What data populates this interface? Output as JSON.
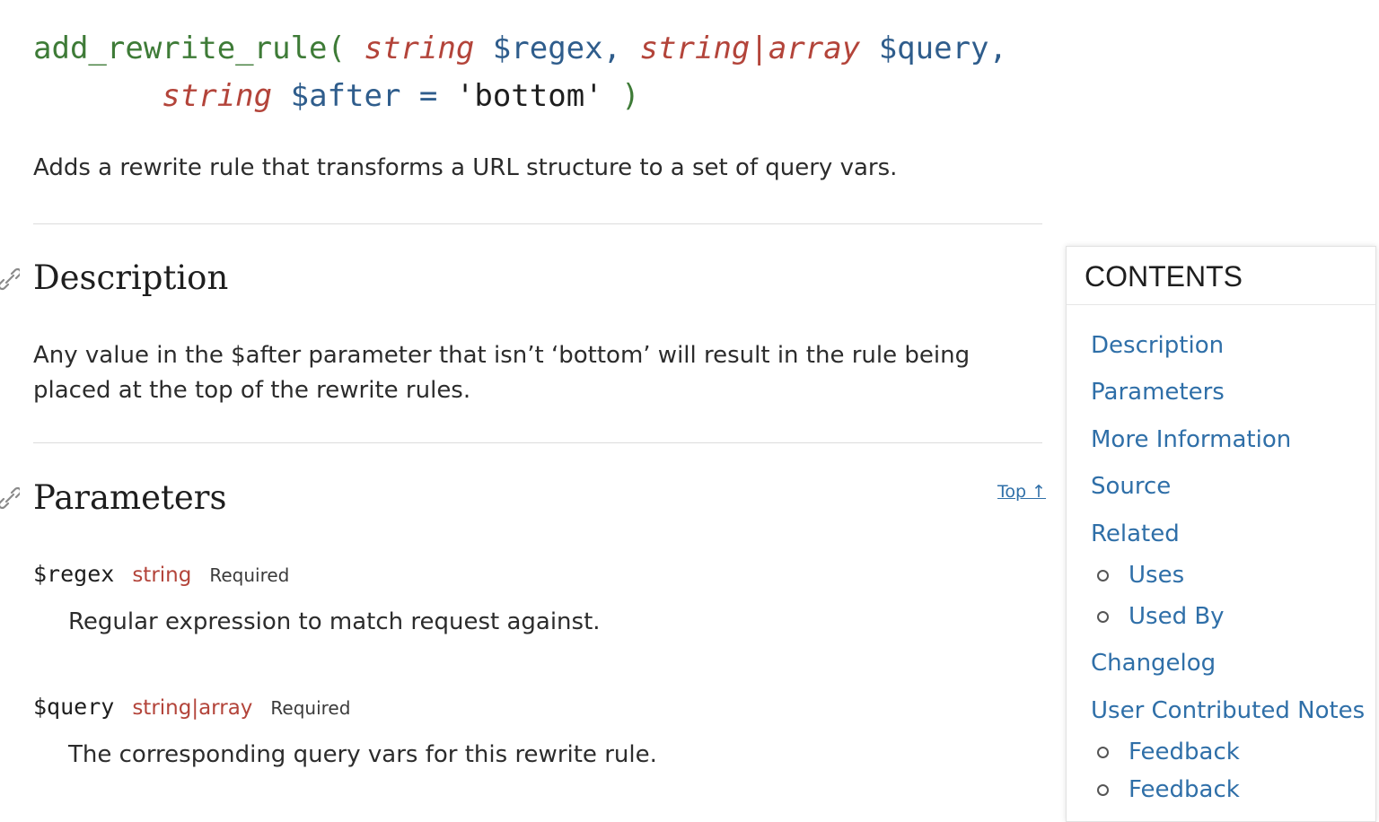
{
  "signature": {
    "function_name": "add_rewrite_rule(",
    "param1_type": "string",
    "param1_var": "$regex,",
    "param2_type": "string|array",
    "param2_var": "$query,",
    "param3_type": "string",
    "param3_var": "$after",
    "equals": "=",
    "default_value": "'bottom'",
    "close_paren": ")"
  },
  "summary": "Adds a rewrite rule that transforms a URL structure to a set of query vars.",
  "sections": {
    "description": {
      "heading": "Description",
      "body": "Any value in the $after parameter that isn’t ‘bottom’ will result in the rule being placed at the top of the rewrite rules."
    },
    "parameters": {
      "heading": "Parameters",
      "top_link": "Top ↑",
      "items": [
        {
          "name": "$regex",
          "type": "string",
          "required": "Required",
          "description": "Regular expression to match request against."
        },
        {
          "name": "$query",
          "type": "string|array",
          "required": "Required",
          "description": "The corresponding query vars for this rewrite rule."
        }
      ]
    }
  },
  "toc": {
    "title": "CONTENTS",
    "items": [
      {
        "label": "Description"
      },
      {
        "label": "Parameters"
      },
      {
        "label": "More Information"
      },
      {
        "label": "Source"
      },
      {
        "label": "Related"
      },
      {
        "label": "Uses"
      },
      {
        "label": "Used By"
      },
      {
        "label": "Changelog"
      },
      {
        "label": "User Contributed Notes"
      },
      {
        "label": "Feedback"
      },
      {
        "label": "Feedback"
      }
    ]
  },
  "colors": {
    "function": "#3e7b37",
    "type": "#b3443a",
    "variable": "#2f5d8c",
    "link": "#2f6fa8"
  }
}
